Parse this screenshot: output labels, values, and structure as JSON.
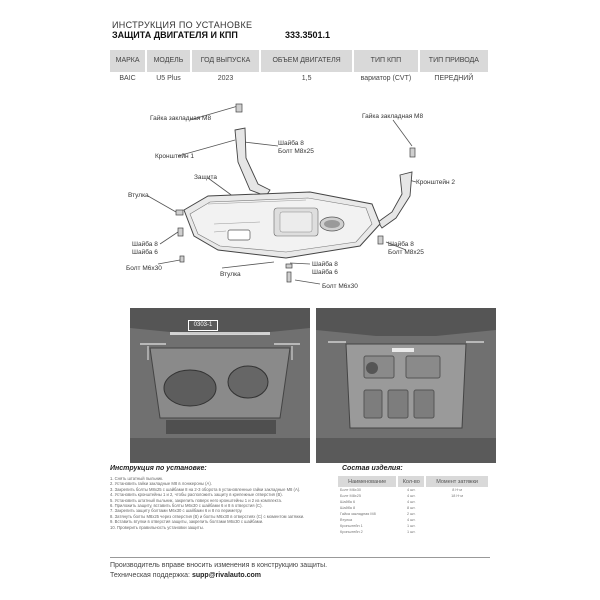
{
  "header": {
    "title": "ИНСТРУКЦИЯ ПО УСТАНОВКЕ",
    "subtitle": "ЗАЩИТА ДВИГАТЕЛЯ И КПП",
    "code": "333.3501.1"
  },
  "spec_table": {
    "columns": [
      "МАРКА",
      "МОДЕЛЬ",
      "ГОД ВЫПУСКА",
      "ОБЪЕМ ДВИГАТЕЛЯ",
      "ТИП КПП",
      "ТИП ПРИВОДА"
    ],
    "row": [
      "BAIC",
      "U5 Plus",
      "2023",
      "1,5",
      "вариатор (CVT)",
      "ПЕРЕДНИЙ"
    ]
  },
  "diagram_labels": {
    "nut_left": "Гайка закладная М8",
    "nut_right": "Гайка закладная М8",
    "bracket1": "Кронштейн 1",
    "washer_bolt_top_1": "Шайба 8",
    "washer_bolt_top_2": "Болт М8х25",
    "guard": "Защита",
    "bracket2": "Кронштейн 2",
    "sleeve_left": "Втулка",
    "washer8_left": "Шайба 8",
    "washer6_left": "Шайба 6",
    "bolt_m6_left": "Болт М6х30",
    "sleeve_bottom": "Втулка",
    "washer8_right_1": "Шайба 8",
    "washer8_right_2": "Болт М8х25",
    "washer8_center": "Шайба 8",
    "washer6_center": "Шайба 6",
    "bolt_m6_center": "Болт М6х30"
  },
  "photo_tag": "0303-1",
  "instructions": {
    "title": "Инструкция по установке:",
    "items": [
      "1. Снять штатный пыльник.",
      "2. Установить гайки закладные М8 в лонжероны (А).",
      "3. Закрепить болты М8х25 с шайбами 8 на 2-3 оборота в установленные гайки закладные М8 (А).",
      "4. Установить кронштейны 1 и 2, чтобы расположить защиту в крепежные отверстия (В).",
      "5. Установить штатный пыльник, закрепить поверх него кронштейны 1 и 2 из комплекта.",
      "6. Приложить защиту, вставить болты М6х30 с шайбами 6 и 8 в отверстия (С).",
      "7. Закрепить защиту болтами М6х30 с шайбами 6 и 8 по периметру.",
      "8. Затянуть болты М8х25 через отверстия (В) и болты М6х30 в отверстиях (С) с моментом затяжки.",
      "9. Вставить втулки в отверстия защиты, закрепить болтами М6х30 с шайбами.",
      "10. Проверить правильность установки защиты."
    ]
  },
  "components": {
    "title": "Состав изделия:",
    "columns": [
      "Наименование",
      "Кол-во",
      "Момент затяжки"
    ],
    "rows": [
      [
        "Болт М6х30",
        "4 шт.",
        "8 Н·м"
      ],
      [
        "Болт М8х25",
        "4 шт.",
        "18 Н·м"
      ],
      [
        "Шайба 6",
        "4 шт.",
        ""
      ],
      [
        "Шайба 8",
        "8 шт.",
        ""
      ],
      [
        "Гайка закладная М8",
        "2 шт.",
        ""
      ],
      [
        "Втулка",
        "4 шт.",
        ""
      ],
      [
        "Кронштейн 1",
        "1 шт.",
        ""
      ],
      [
        "Кронштейн 2",
        "1 шт.",
        ""
      ]
    ]
  },
  "footer": {
    "line1": "Производитель вправе вносить изменения в конструкцию защиты.",
    "line2_label": "Техническая поддержка:",
    "line2_email": "supp@rivalauto.com"
  }
}
